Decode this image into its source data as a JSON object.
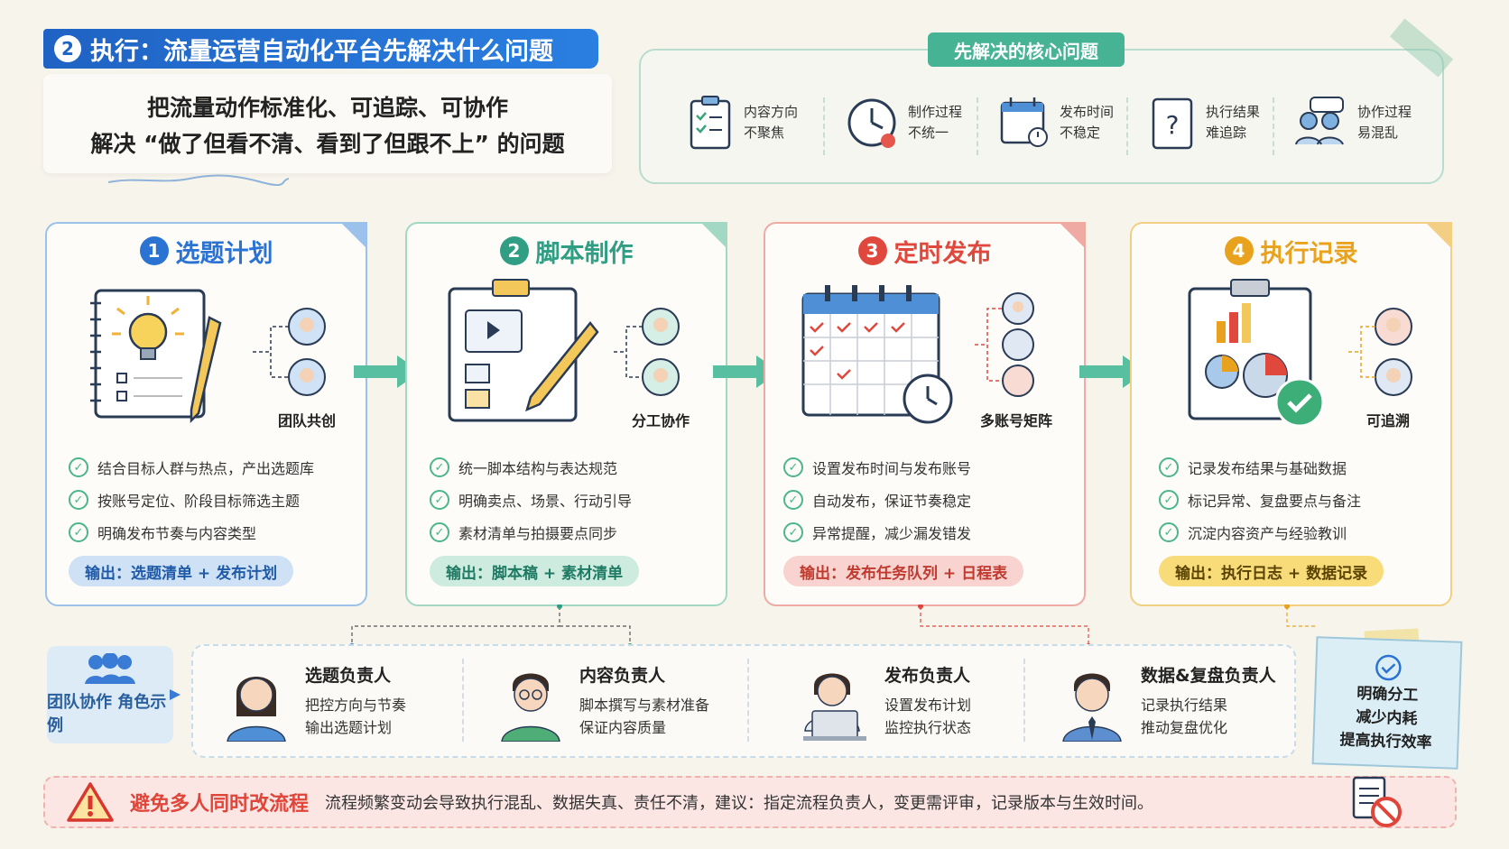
{
  "header": {
    "num": "2",
    "title": "执行：流量运营自动化平台先解决什么问题",
    "line1": "把流量动作标准化、可追踪、可协作",
    "line2": "解决 “做了但看不清、看到了但跟不上” 的问题"
  },
  "core": {
    "tag": "先解决的核心问题",
    "items": [
      {
        "label": "内容方向不聚焦",
        "icon": "clipboard-checklist-icon"
      },
      {
        "label": "制作过程不统一",
        "icon": "clock-icon"
      },
      {
        "label": "发布时间不稳定",
        "icon": "calendar-icon"
      },
      {
        "label": "执行结果难追踪",
        "icon": "document-question-icon"
      },
      {
        "label": "协作过程易混乱",
        "icon": "team-chat-icon"
      }
    ]
  },
  "steps": [
    {
      "num": "1",
      "title": "选题计划",
      "caption": "团队共创",
      "bullets": [
        "结合目标人群与热点，产出选题库",
        "按账号定位、阶段目标筛选主题",
        "明确发布节奏与内容类型"
      ],
      "output": "输出：选题清单 + 发布计划",
      "color": "#2b73d2"
    },
    {
      "num": "2",
      "title": "脚本制作",
      "caption": "分工协作",
      "bullets": [
        "统一脚本结构与表达规范",
        "明确卖点、场景、行动引导",
        "素材清单与拍摄要点同步"
      ],
      "output": "输出：脚本稿 + 素材清单",
      "color": "#2f9e83"
    },
    {
      "num": "3",
      "title": "定时发布",
      "caption": "多账号矩阵",
      "bullets": [
        "设置发布时间与发布账号",
        "自动发布，保证节奏稳定",
        "异常提醒，减少漏发错发"
      ],
      "output": "输出：发布任务队列 + 日程表",
      "color": "#e0483d"
    },
    {
      "num": "4",
      "title": "执行记录",
      "caption": "可追溯",
      "bullets": [
        "记录发布结果与基础数据",
        "标记异常、复盘要点与备注",
        "沉淀内容资产与经验教训"
      ],
      "output": "输出：执行日志 + 数据记录",
      "color": "#e9a21d"
    }
  ],
  "team_tag": "团队协作 角色示例",
  "roles": [
    {
      "name": "选题负责人",
      "d1": "把控方向与节奏",
      "d2": "输出选题计划"
    },
    {
      "name": "内容负责人",
      "d1": "脚本撰写与素材准备",
      "d2": "保证内容质量"
    },
    {
      "name": "发布负责人",
      "d1": "设置发布计划",
      "d2": "监控执行状态"
    },
    {
      "name": "数据&复盘负责人",
      "d1": "记录执行结果",
      "d2": "推动复盘优化"
    }
  ],
  "note": {
    "l1": "明确分工",
    "l2": "减少内耗",
    "l3": "提高执行效率"
  },
  "warning": {
    "title": "避免多人同时改流程",
    "desc": "流程频繁变动会导致执行混乱、数据失真、责任不清，建议：指定流程负责人，变更需评审，记录版本与生效时间。"
  },
  "colors": {
    "blue": "#2b73d2",
    "green": "#2f9e83",
    "red": "#e0483d",
    "amber": "#e9a21d"
  }
}
